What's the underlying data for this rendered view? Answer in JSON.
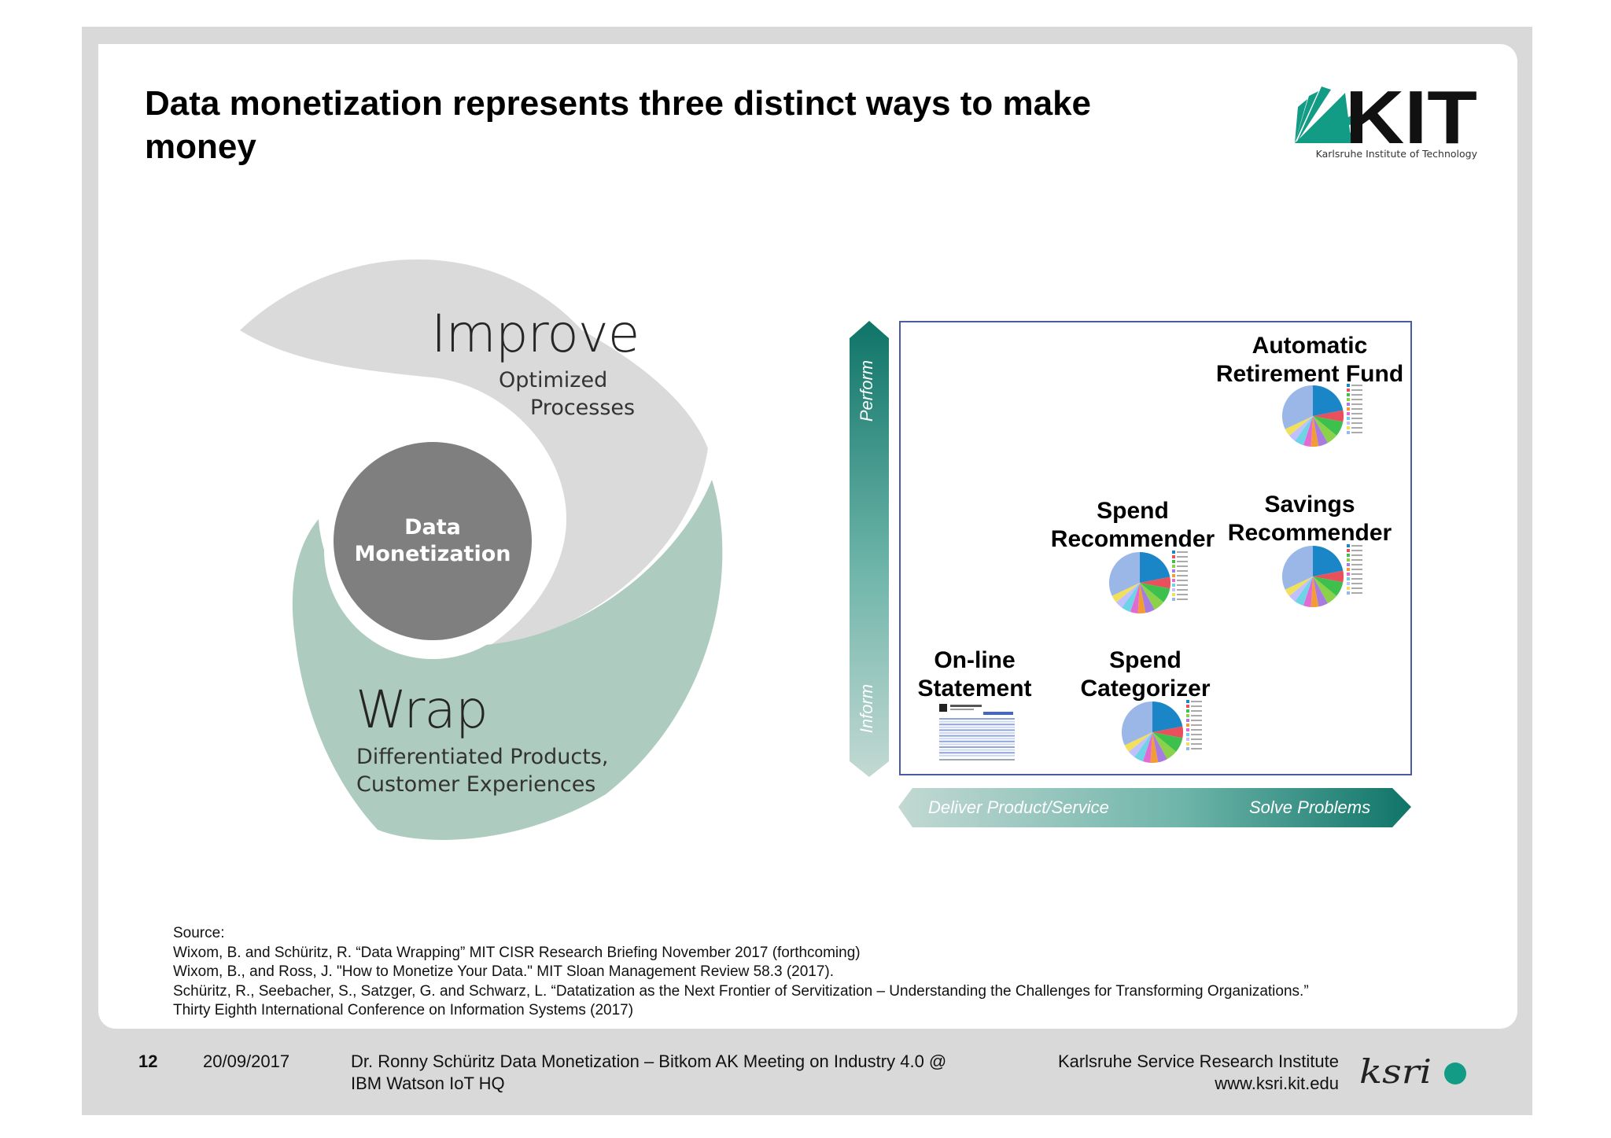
{
  "slide": {
    "title": "Data monetization represents three distinct ways to make money"
  },
  "logo": {
    "word": "KIT",
    "subtitle": "Karlsruhe Institute of Technology"
  },
  "spiral": {
    "center_line1": "Data",
    "center_line2": "Monetization",
    "improve": {
      "title": "Improve",
      "line1": "Optimized",
      "line2": "Processes"
    },
    "wrap": {
      "title": "Wrap",
      "line1": "Differentiated Products,",
      "line2": "Customer Experiences"
    },
    "colors": {
      "improve": "#dadada",
      "wrap": "#aecbc0",
      "center": "#7f7f7f"
    }
  },
  "matrix": {
    "y_axis": {
      "top": "Perform",
      "bottom": "Inform"
    },
    "x_axis": {
      "left": "Deliver Product/Service",
      "right": "Solve Problems"
    },
    "items": [
      {
        "line1": "Automatic",
        "line2": "Retirement Fund"
      },
      {
        "line1": "Spend",
        "line2": "Recommender"
      },
      {
        "line1": "Savings",
        "line2": "Recommender"
      },
      {
        "line1": "On-line",
        "line2": "Statement"
      },
      {
        "line1": "Spend",
        "line2": "Categorizer"
      }
    ],
    "colors": {
      "arrow_dark": "#0f7468",
      "arrow_light": "#b7d2cc",
      "box_border": "#4a5ba6"
    }
  },
  "source": {
    "heading": "Source:",
    "refs": [
      "Wixom, B. and Schüritz, R. “Data Wrapping” MIT CISR Research Briefing November 2017 (forthcoming)",
      "Wixom, B., and Ross, J. \"How to Monetize Your Data.\" MIT Sloan Management Review 58.3 (2017).",
      "Schüritz, R., Seebacher, S., Satzger, G. and Schwarz, L. “Datatization as the Next Frontier of  Servitization  – Understanding the Challenges  for Transforming Organizations.”",
      "Thirty Eighth International Conference on Information Systems (2017)"
    ]
  },
  "footer": {
    "page_number": "12",
    "date": "20/09/2017",
    "talk_line1": "Dr. Ronny Schüritz Data Monetization – Bitkom AK Meeting on Industry 4.0 @",
    "talk_line2": "IBM Watson IoT HQ",
    "institute": "Karlsruhe Service Research Institute",
    "url": "www.ksri.kit.edu",
    "ksri_word": "ksri"
  }
}
